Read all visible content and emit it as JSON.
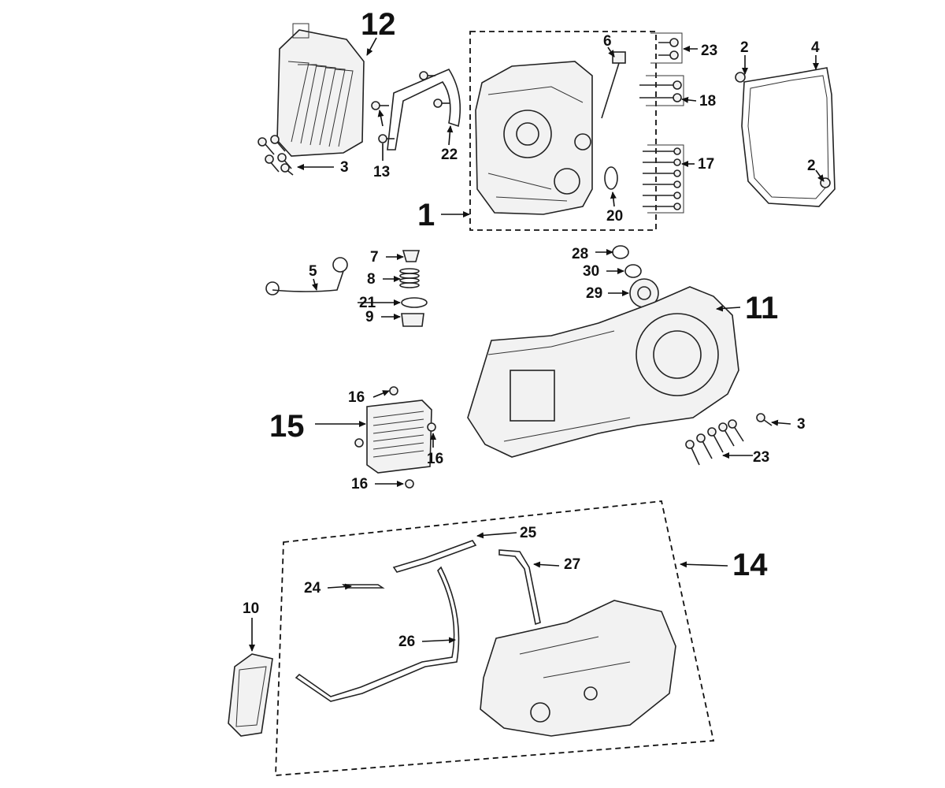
{
  "diagram": {
    "labels": {
      "l1": "1",
      "l2a": "2",
      "l2b": "2",
      "l3a": "3",
      "l3b": "3",
      "l4": "4",
      "l5": "5",
      "l6": "6",
      "l7": "7",
      "l8": "8",
      "l9": "9",
      "l10": "10",
      "l11": "11",
      "l12": "12",
      "l13": "13",
      "l14": "14",
      "l15": "15",
      "l16a": "16",
      "l16b": "16",
      "l16c": "16",
      "l17": "17",
      "l18": "18",
      "l20": "20",
      "l21": "21",
      "l22": "22",
      "l23a": "23",
      "l23b": "23",
      "l24": "24",
      "l25": "25",
      "l26": "26",
      "l27": "27",
      "l28": "28",
      "l29": "29",
      "l30": "30"
    }
  }
}
